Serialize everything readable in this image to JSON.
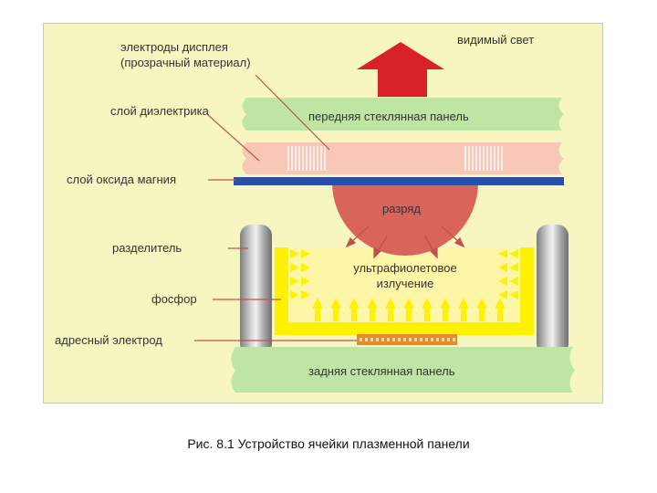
{
  "labels": {
    "display_electrodes_line1": "электроды дисплея",
    "display_electrodes_line2": "(прозрачный материал)",
    "visible_light": "видимый свет",
    "dielectric_layer": "слой диэлектрика",
    "front_glass": "передняя стеклянная панель",
    "mgo_layer": "слой оксида магния",
    "discharge": "разряд",
    "separator": "разделитель",
    "uv_line1": "ультрафиолетовое",
    "uv_line2": "излучение",
    "phosphor": "фосфор",
    "address_electrode": "адресный электрод",
    "rear_glass": "задняя стеклянная панель"
  },
  "caption": "Рис. 8.1 Устройство ячейки плазменной панели",
  "colors": {
    "background": "#f8f6c0",
    "glass": "#bfe5a4",
    "dielectric": "#f8c7b5",
    "mgo": "#2a4fa8",
    "discharge": "#d9645a",
    "arrow": "#d8222a",
    "phosphor": "#fff200",
    "separator": "#9a9a9a",
    "electrode": "#e88a2a",
    "leader": "#c0504d"
  }
}
